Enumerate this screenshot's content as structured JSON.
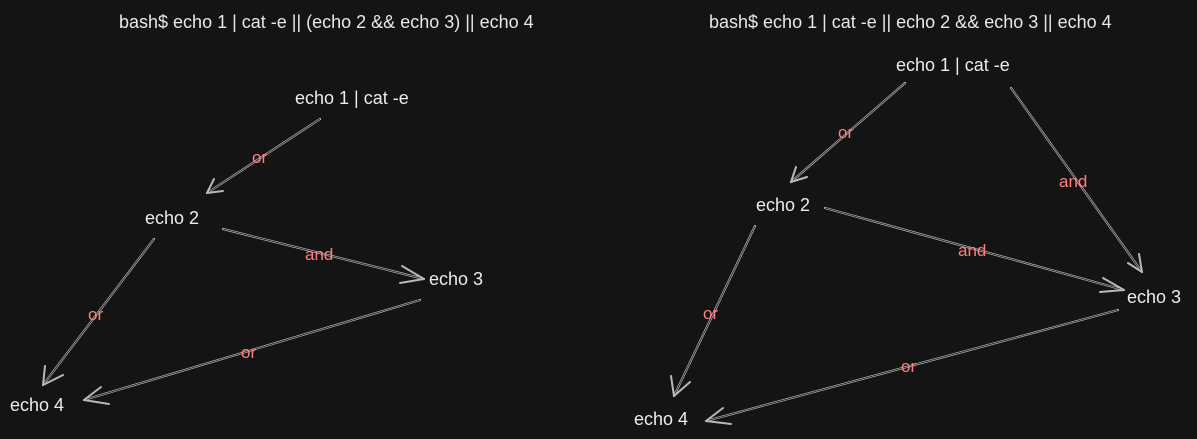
{
  "left": {
    "title": "bash$ echo 1 | cat -e || (echo 2 && echo 3) || echo 4",
    "nodes": {
      "n1": "echo 1 | cat -e",
      "n2": "echo 2",
      "n3": "echo 3",
      "n4": "echo 4"
    },
    "edges": {
      "e1": "or",
      "e2": "and",
      "e3": "or",
      "e4": "or"
    }
  },
  "right": {
    "title": "bash$ echo 1 | cat -e || echo 2 && echo 3 || echo 4",
    "nodes": {
      "n1": "echo 1 | cat -e",
      "n2": "echo 2",
      "n3": "echo 3",
      "n4": "echo 4"
    },
    "edges": {
      "e1": "or",
      "e2": "and",
      "e3": "and",
      "e4": "or",
      "e5": "or"
    }
  }
}
